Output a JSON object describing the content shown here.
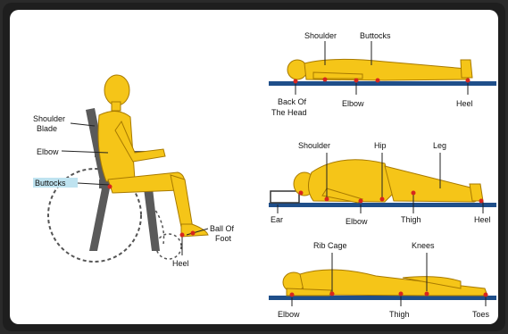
{
  "labels": {
    "sitting": {
      "shoulder_blade_1": "Shoulder",
      "shoulder_blade_2": "Blade",
      "elbow": "Elbow",
      "buttocks": "Buttocks",
      "ball_of_foot_1": "Ball Of",
      "ball_of_foot_2": "Foot",
      "heel": "Heel"
    },
    "supine": {
      "shoulder": "Shoulder",
      "buttocks": "Buttocks",
      "back_of_head_1": "Back Of",
      "back_of_head_2": "The Head",
      "elbow": "Elbow",
      "heel": "Heel"
    },
    "side_lying": {
      "shoulder": "Shoulder",
      "hip": "Hip",
      "leg": "Leg",
      "ear": "Ear",
      "elbow": "Elbow",
      "thigh": "Thigh",
      "heel": "Heel"
    },
    "prone": {
      "rib_cage": "Rib Cage",
      "knees": "Knees",
      "elbow": "Elbow",
      "thigh": "Thigh",
      "toes": "Toes"
    }
  },
  "colors": {
    "frame": "#1e1e1e",
    "body_fill": "#f5c518",
    "body_stroke": "#a87a00",
    "chair": "#5a5a5a",
    "mattress": "#1f4f8a",
    "pressure_dot": "#d7261e",
    "buttocks_highlight": "#bfe3f0"
  }
}
